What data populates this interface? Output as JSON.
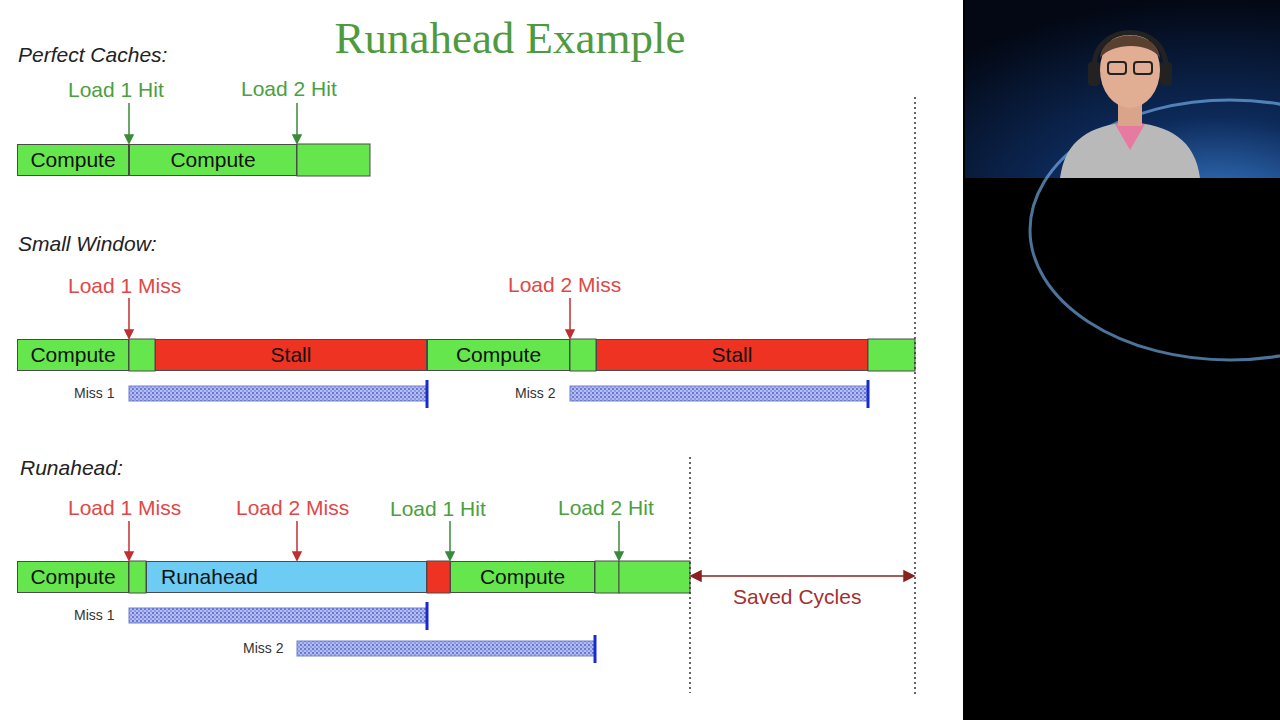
{
  "diagram": {
    "title": "Runahead Example",
    "nodes": [
      {
        "text": [
          "Compute"
        ]
      },
      {
        "text": [
          "Compute"
        ]
      },
      {
        "text": [
          "Compute"
        ]
      },
      {
        "text": [
          "Stall"
        ]
      },
      {
        "text": [
          "Compute"
        ]
      },
      {
        "text": [
          "Stall"
        ]
      },
      {
        "text": [
          "Compute"
        ]
      },
      {
        "text": [
          "Runahead"
        ]
      },
      {
        "text": [
          "Compute"
        ]
      }
    ],
    "labels": [
      "Perfect Caches:",
      "Load 1 Hit",
      "Load 2 Hit",
      "Small Window:",
      "Load 1 Miss",
      "Load 2 Miss",
      "Miss 1",
      "Miss 2",
      "Runahead:",
      "Load 1 Miss",
      "Load 2 Miss",
      "Load 1 Hit",
      "Load 2 Hit",
      "Miss 1",
      "Miss 2",
      "Saved Cycles"
    ]
  }
}
